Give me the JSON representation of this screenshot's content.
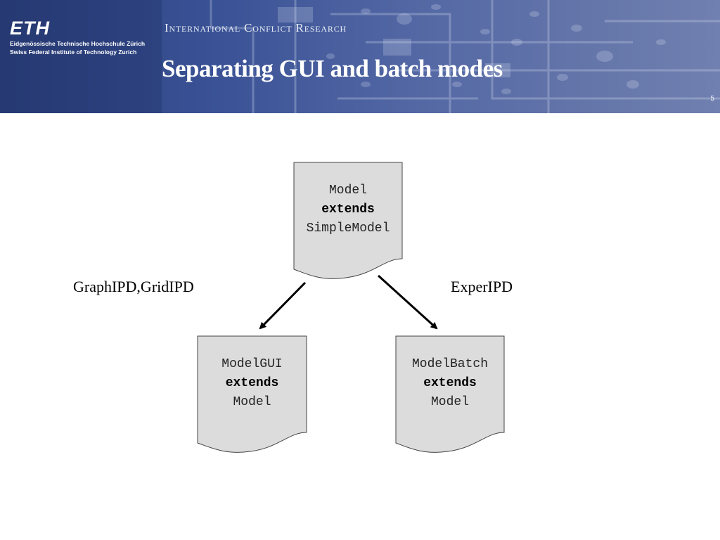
{
  "header": {
    "logo_text": "ETH",
    "institution_line1": "Eidgenössische Technische Hochschule Zürich",
    "institution_line2": "Swiss Federal Institute of Technology Zurich",
    "group_name": "International Conflict Research",
    "title": "Separating GUI and batch modes",
    "slide_number": "5"
  },
  "diagram": {
    "nodes": {
      "model": {
        "line1": "Model",
        "keyword": "extends",
        "line3": "SimpleModel"
      },
      "model_gui": {
        "line1": "ModelGUI",
        "keyword": "extends",
        "line3": "Model"
      },
      "model_batch": {
        "line1": "ModelBatch",
        "keyword": "extends",
        "line3": "Model"
      }
    },
    "edges": {
      "left_label": "GraphIPD,GridIPD",
      "right_label": "ExperIPD"
    }
  }
}
